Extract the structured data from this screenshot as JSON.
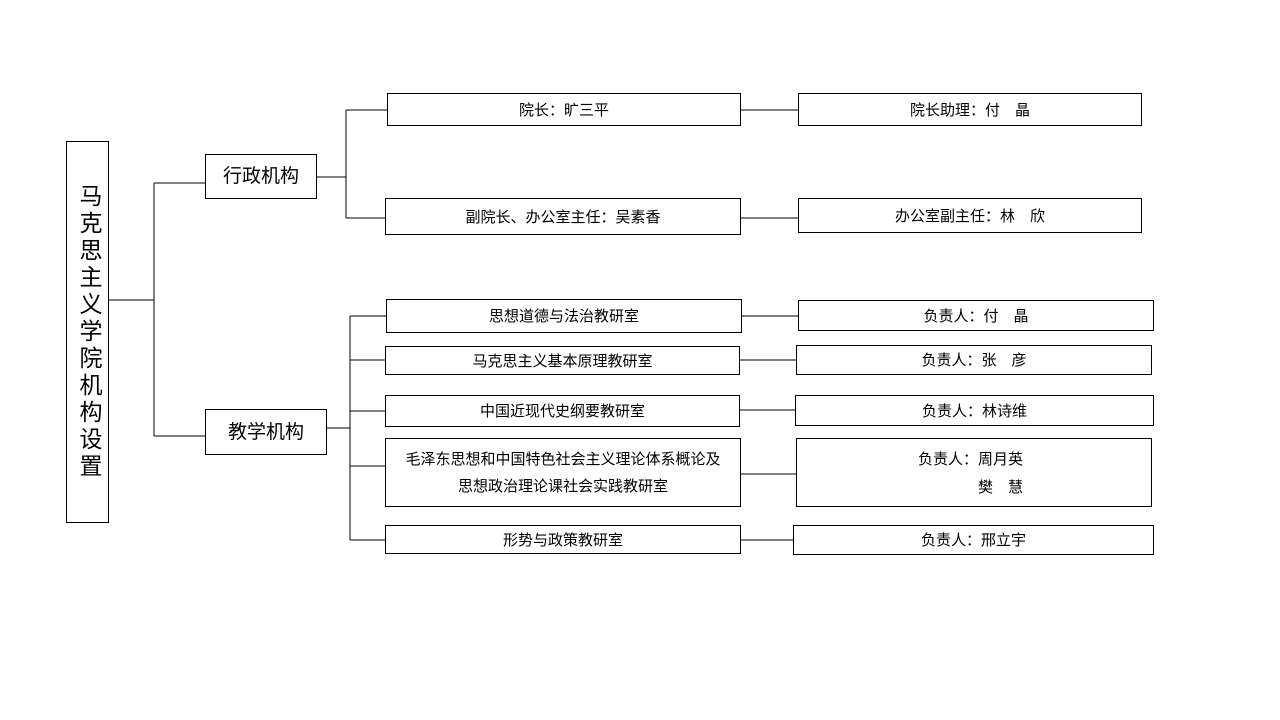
{
  "title": "马克思主义学院机构设置",
  "categories": {
    "admin": "行政机构",
    "teaching": "教学机构"
  },
  "admin": [
    {
      "role": "院长：旷三平",
      "assistant": "院长助理：付　晶"
    },
    {
      "role": "副院长、办公室主任：吴素香",
      "assistant": "办公室副主任：林　欣"
    }
  ],
  "teaching": [
    {
      "office": "思想道德与法治教研室",
      "head_label": "负责人",
      "heads": [
        "付　晶"
      ]
    },
    {
      "office": "马克思主义基本原理教研室",
      "head_label": "负责人",
      "heads": [
        "张　彦"
      ]
    },
    {
      "office": "中国近现代史纲要教研室",
      "head_label": "负责人",
      "heads": [
        "林诗维"
      ]
    },
    {
      "office_lines": [
        "毛泽东思想和中国特色社会主义理论体系概论及",
        "思想政治理论课社会实践教研室"
      ],
      "head_label": "负责人",
      "heads": [
        "周月英",
        "樊　慧"
      ]
    },
    {
      "office": "形势与政策教研室",
      "head_label": "负责人",
      "heads": [
        "邢立宇"
      ]
    }
  ]
}
